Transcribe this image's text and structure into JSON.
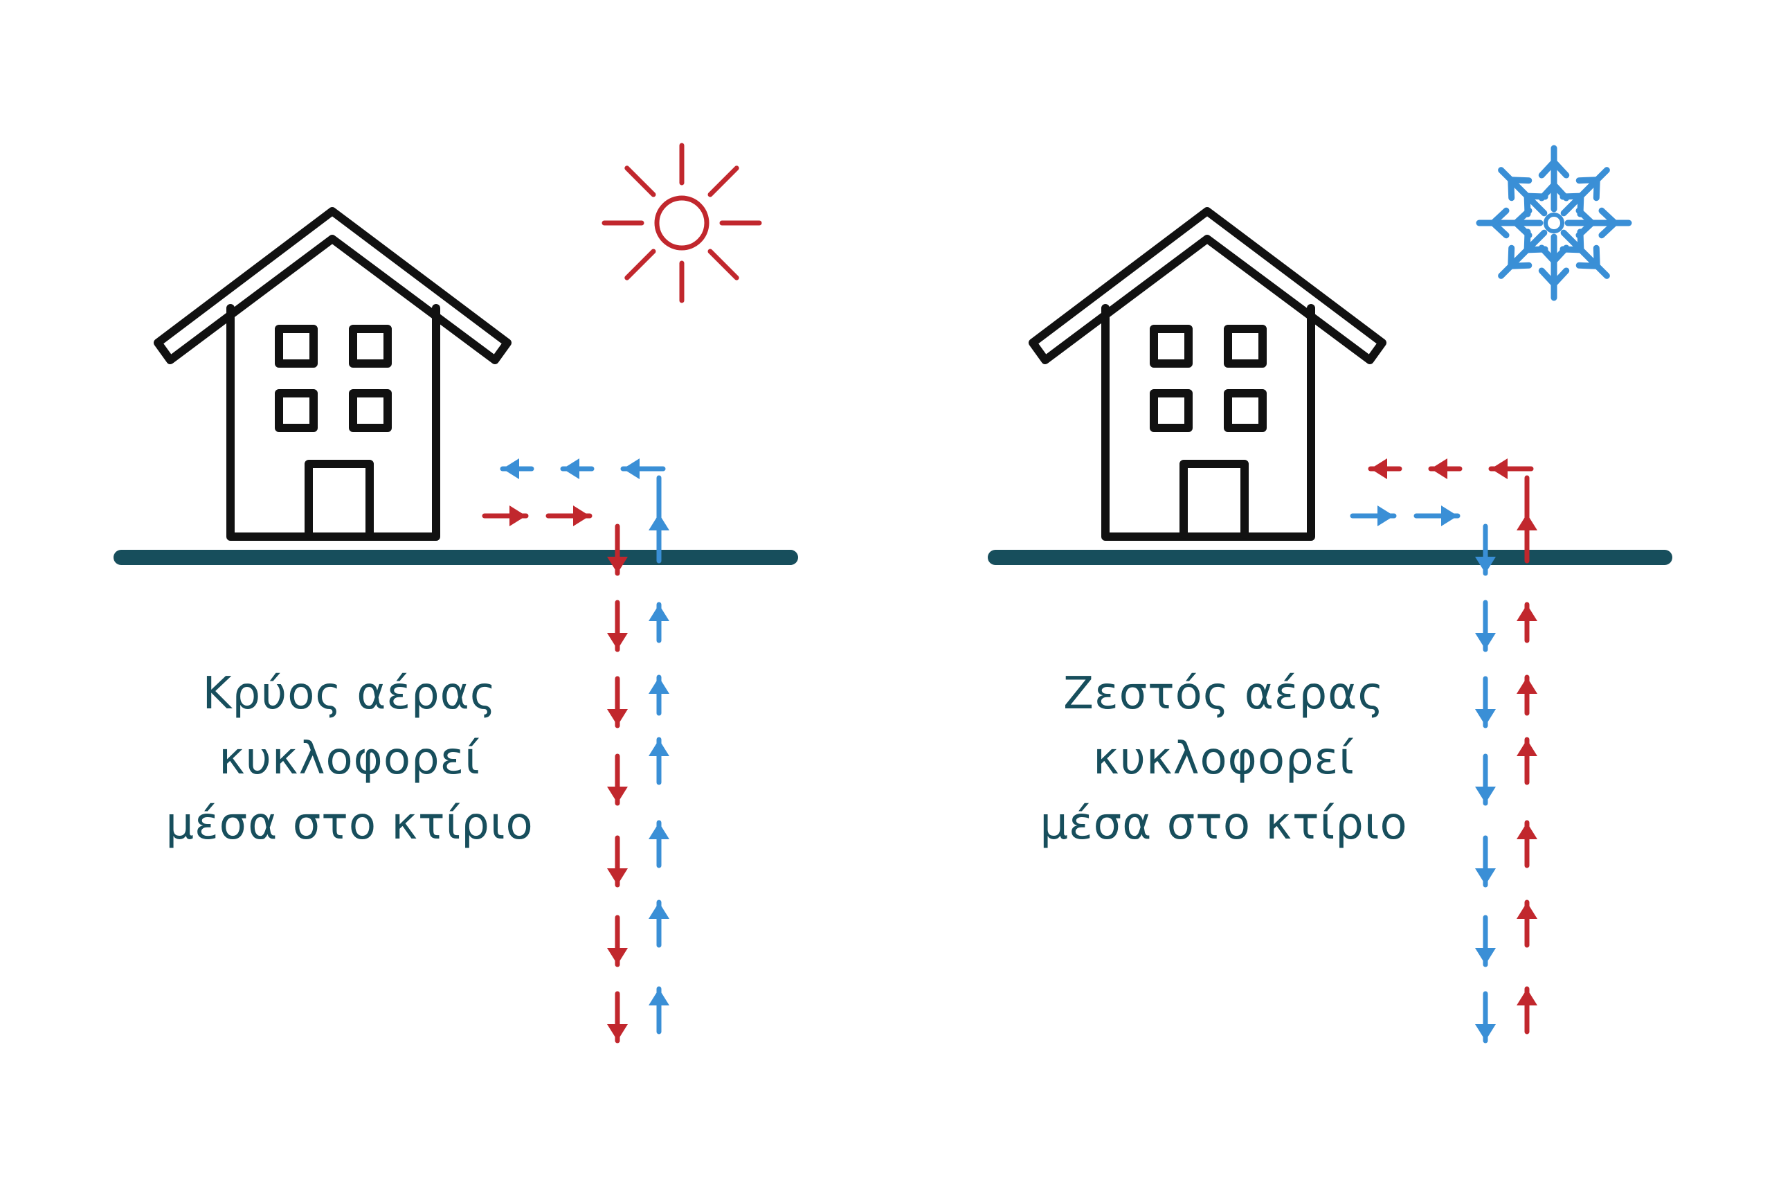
{
  "colors": {
    "ground": "#174e5c",
    "outline": "#111111",
    "warm": "#c1272d",
    "cool": "#3a8fd6",
    "text": "#174e5c"
  },
  "left_panel": {
    "icon": "sun-icon",
    "caption": [
      "Κρύος αέρας",
      "κυκλοφορεί",
      "μέσα στο κτίριο"
    ]
  },
  "right_panel": {
    "icon": "snowflake-icon",
    "caption": [
      "Ζεστός αέρας",
      "κυκλοφορεί",
      "μέσα στο κτίριο"
    ]
  }
}
